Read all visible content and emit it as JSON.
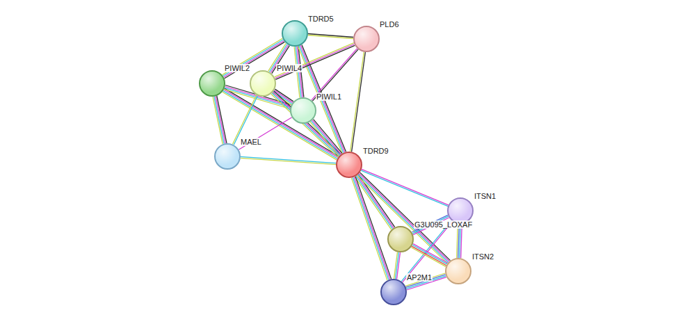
{
  "diagram": {
    "nodes": [
      {
        "text": [
          "TDRD5"
        ]
      },
      {
        "text": [
          "PLD6"
        ]
      },
      {
        "text": [
          "PIWIL2"
        ]
      },
      {
        "text": [
          "PIWIL4"
        ]
      },
      {
        "text": [
          "PIWIL1"
        ]
      },
      {
        "text": [
          "MAEL"
        ]
      },
      {
        "text": [
          "TDRD9"
        ]
      },
      {
        "text": [
          "ITSN1"
        ]
      },
      {
        "text": [
          "G3U095_LOXAF"
        ]
      },
      {
        "text": [
          "ITSN2"
        ]
      },
      {
        "text": [
          "AP2M1"
        ]
      }
    ],
    "edges": [
      {
        "from": 0,
        "to": 1,
        "arrow": "none"
      },
      {
        "from": 0,
        "to": 2,
        "arrow": "none"
      },
      {
        "from": 0,
        "to": 3,
        "arrow": "none"
      },
      {
        "from": 0,
        "to": 4,
        "arrow": "none"
      },
      {
        "from": 0,
        "to": 6,
        "arrow": "none"
      },
      {
        "from": 1,
        "to": 3,
        "arrow": "none"
      },
      {
        "from": 1,
        "to": 4,
        "arrow": "none"
      },
      {
        "from": 1,
        "to": 6,
        "arrow": "none"
      },
      {
        "from": 2,
        "to": 5,
        "arrow": "none"
      },
      {
        "from": 2,
        "to": 6,
        "arrow": "none"
      },
      {
        "from": 2,
        "to": 4,
        "arrow": "none"
      },
      {
        "from": 3,
        "to": 4,
        "arrow": "none"
      },
      {
        "from": 3,
        "to": 5,
        "arrow": "none"
      },
      {
        "from": 3,
        "to": 6,
        "arrow": "none"
      },
      {
        "from": 4,
        "to": 5,
        "arrow": "none"
      },
      {
        "from": 4,
        "to": 6,
        "arrow": "none"
      },
      {
        "from": 5,
        "to": 6,
        "arrow": "none"
      },
      {
        "from": 6,
        "to": 7,
        "arrow": "none"
      },
      {
        "from": 6,
        "to": 8,
        "arrow": "none"
      },
      {
        "from": 6,
        "to": 9,
        "arrow": "none"
      },
      {
        "from": 6,
        "to": 10,
        "arrow": "none"
      },
      {
        "from": 7,
        "to": 8,
        "arrow": "none"
      },
      {
        "from": 7,
        "to": 9,
        "arrow": "none"
      },
      {
        "from": 7,
        "to": 10,
        "arrow": "none"
      },
      {
        "from": 8,
        "to": 9,
        "arrow": "none"
      },
      {
        "from": 8,
        "to": 10,
        "arrow": "none"
      },
      {
        "from": 9,
        "to": 10,
        "arrow": "none"
      }
    ]
  }
}
